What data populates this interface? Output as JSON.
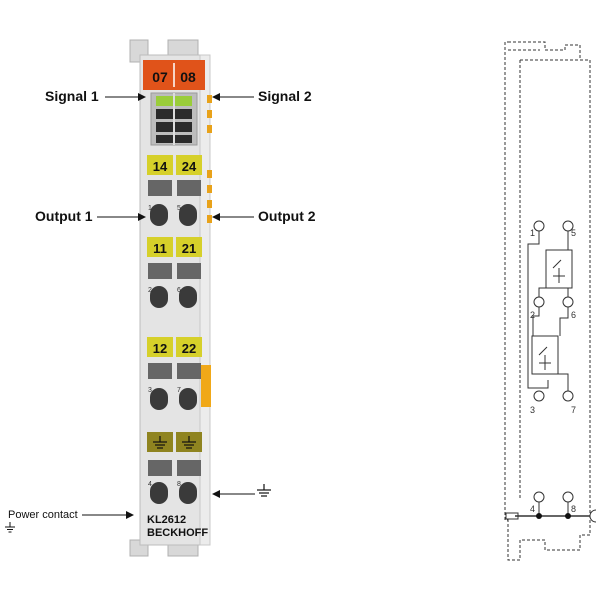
{
  "labels": {
    "signal1": "Signal 1",
    "signal2": "Signal 2",
    "output1": "Output 1",
    "output2": "Output 2",
    "power_contact": "Power contact"
  },
  "terminal": {
    "top_leds": [
      "07",
      "08"
    ],
    "row1": [
      "14",
      "24"
    ],
    "row2": [
      "11",
      "21"
    ],
    "row3": [
      "12",
      "22"
    ],
    "model": "KL2612",
    "brand": "BECKHOFF",
    "clamp_numbers": [
      "1",
      "5",
      "2",
      "6",
      "3",
      "7",
      "4",
      "8"
    ]
  },
  "schematic": {
    "pins_left": [
      "1",
      "2",
      "3",
      "4"
    ],
    "pins_right": [
      "5",
      "6",
      "7",
      "8"
    ]
  },
  "colors": {
    "led_red": "#e0531a",
    "led_green": "#9acd3a",
    "tag_yellow": "#d6d02a",
    "tag_ground": "#8f8420",
    "housing": "#e4e4e4",
    "contact_gold": "#e8a21a",
    "power_bar": "#f0a818"
  },
  "icons": {
    "ground": "ground-icon"
  }
}
